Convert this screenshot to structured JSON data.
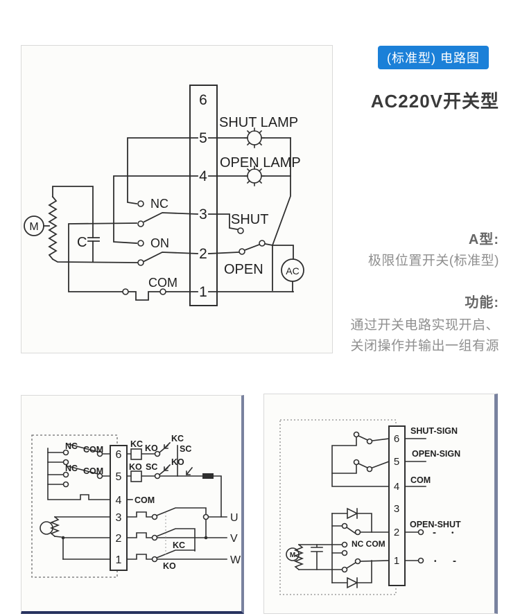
{
  "panel": {
    "badge": "(标准型) 电路图",
    "badge_color": "#1b80d8",
    "title": "AC220V开关型",
    "type_label": "A型:",
    "type_desc": "极限位置开关(标准型)",
    "func_label": "功能:",
    "func_line1": "通过开关电路实现开启、",
    "func_line2": "关闭操作并输出一组有源"
  },
  "main_diagram": {
    "terminals": [
      "6",
      "5",
      "4",
      "3",
      "2",
      "1"
    ],
    "shut_lamp": "SHUT LAMP",
    "open_lamp": "OPEN LAMP",
    "nc": "NC",
    "on": "ON",
    "com": "COM",
    "shut": "SHUT",
    "open": "OPEN",
    "motor": "M",
    "capacitor": "C",
    "ac": "AC"
  },
  "bottom_left": {
    "terminals": [
      "6",
      "5",
      "4",
      "3",
      "2",
      "1"
    ],
    "row6": {
      "nc": "NC",
      "com": "COM"
    },
    "row5": {
      "nc": "NC",
      "com": "COM"
    },
    "relay6": {
      "coil": "KC",
      "aux": "KO",
      "top": "KC",
      "mid": "SC",
      "bottom": "KO"
    },
    "relay5": {
      "coil": "KO",
      "aux": "SC"
    },
    "com4": "COM",
    "phases": {
      "u": "U",
      "v": "V",
      "w": "W"
    },
    "kc_switch": "KC",
    "ko_switch": "KO"
  },
  "bottom_right": {
    "terminals": [
      "6",
      "5",
      "4",
      "3",
      "2",
      "1"
    ],
    "shut_sign": "SHUT-SIGN",
    "open_sign": "OPEN-SIGN",
    "com": "COM",
    "open_shut": "OPEN-SHUT",
    "nc_com": "NC COM",
    "motor": "M",
    "t2_marks": {
      "a": "-",
      "b": "•"
    },
    "t1_marks": {
      "a": "•",
      "b": "-"
    }
  }
}
